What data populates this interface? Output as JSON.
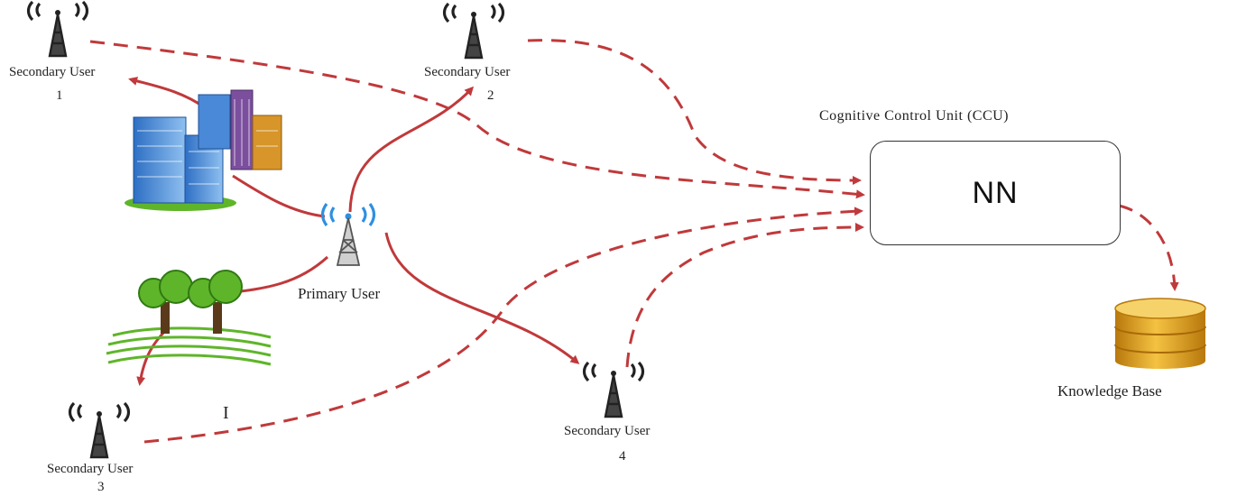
{
  "nodes": {
    "su1": {
      "label": "Secondary User",
      "number": "1"
    },
    "su2": {
      "label": "Secondary User",
      "number": "2"
    },
    "su3": {
      "label": "Secondary User",
      "number": "3"
    },
    "su4": {
      "label": "Secondary User",
      "number": "4"
    },
    "primary": {
      "label": "Primary User"
    },
    "ccu": {
      "title": "Cognitive Control Unit (CCU)",
      "box_text": "NN"
    },
    "kb": {
      "label": "Knowledge Base"
    },
    "marker": {
      "text": "I"
    }
  },
  "colors": {
    "link": "#c0393b",
    "tower": "#222222",
    "primary_signal": "#2f8fe0",
    "building_blue": "#3b7fd0",
    "trees": "#5fb52a",
    "database": "#e0a21b"
  }
}
